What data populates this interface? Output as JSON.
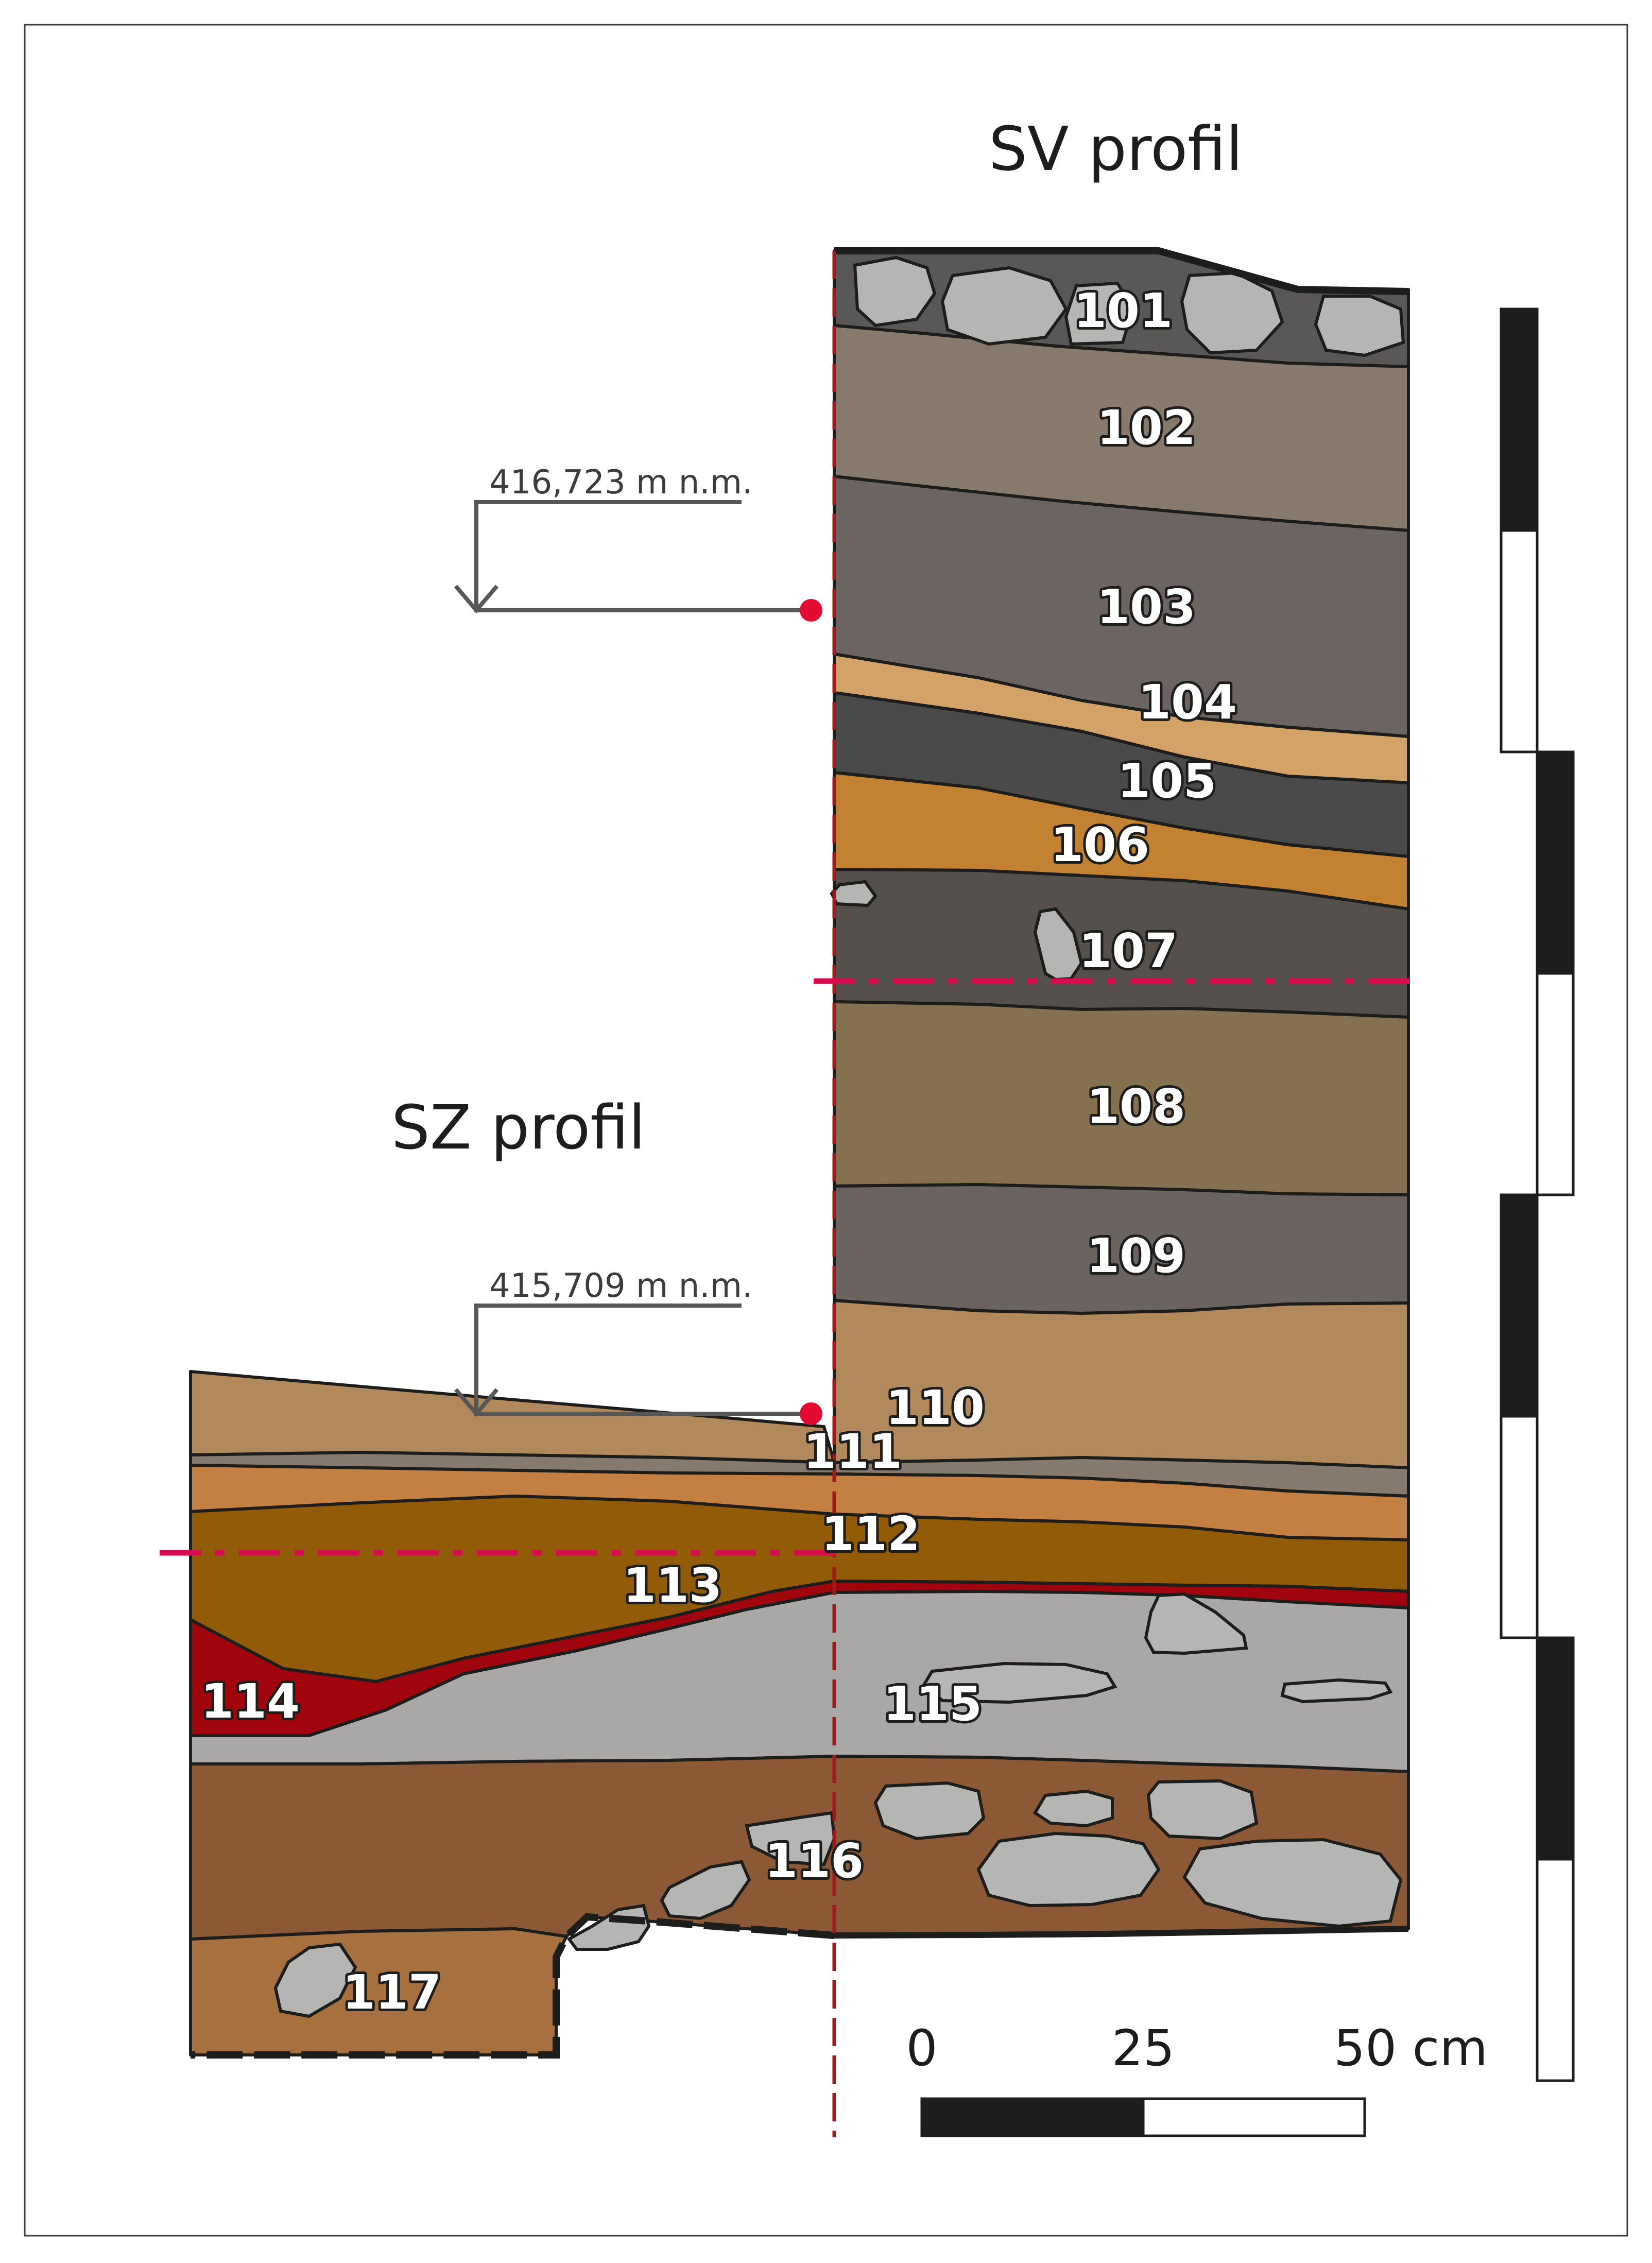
{
  "titles": {
    "sv_profile": "SV profil",
    "sz_profile": "SZ profil"
  },
  "elevations": {
    "upper": "416,723 m n.m.",
    "lower": "415,709 m n.m."
  },
  "layers": [
    {
      "id": "101",
      "color": "#5a5857"
    },
    {
      "id": "102",
      "color": "#877a6d"
    },
    {
      "id": "103",
      "color": "#6b6461"
    },
    {
      "id": "104",
      "color": "#d3a266"
    },
    {
      "id": "105",
      "color": "#4b4a4a"
    },
    {
      "id": "106",
      "color": "#c38232"
    },
    {
      "id": "107",
      "color": "#55504b"
    },
    {
      "id": "108",
      "color": "#85704f"
    },
    {
      "id": "109",
      "color": "#6a6360"
    },
    {
      "id": "110",
      "color": "#b1895d"
    },
    {
      "id": "111",
      "color": "#857a6d"
    },
    {
      "id": "112",
      "color": "#c48043"
    },
    {
      "id": "113",
      "color": "#915b08"
    },
    {
      "id": "114",
      "color": "#a0050d"
    },
    {
      "id": "115",
      "color": "#aaa7a7"
    },
    {
      "id": "116",
      "color": "#8b5935"
    },
    {
      "id": "117",
      "color": "#a7713f"
    }
  ],
  "scale_bar": {
    "labels": [
      "0",
      "25",
      "50 cm"
    ]
  },
  "colors": {
    "stone": "#b5b5b4",
    "outline": "#1d1d1b",
    "profile_line": "#a0191e",
    "section_line": "#d60e4f",
    "datum_marker": "#e30b32",
    "arrow": "#575756"
  }
}
